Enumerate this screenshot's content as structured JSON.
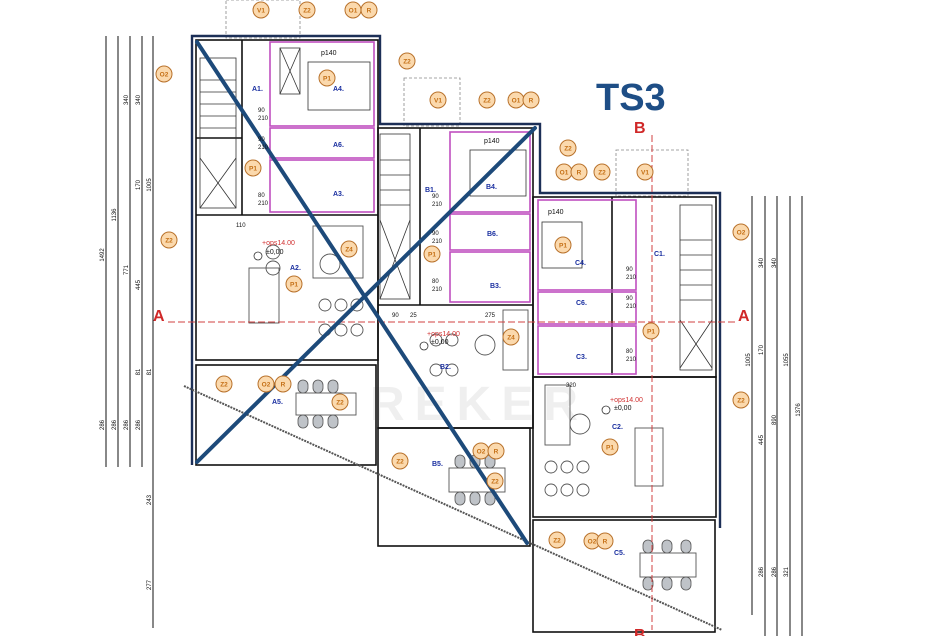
{
  "title": "TS3",
  "section_markers": {
    "a_left": "A",
    "a_right": "A",
    "b_top": "B",
    "b_bottom": "B"
  },
  "rooms": [
    "A1.",
    "A4.",
    "A6.",
    "A3.",
    "A2.",
    "A5.",
    "B1.",
    "B4.",
    "B6.",
    "B3.",
    "B2.",
    "B5.",
    "C4.",
    "C6.",
    "C1.",
    "C3.",
    "C2.",
    "C5."
  ],
  "tags": [
    "V1",
    "Z2",
    "O1",
    "R",
    "Z2",
    "O2",
    "V1",
    "Z2",
    "O1",
    "R",
    "Z2",
    "O1",
    "R",
    "Z2",
    "V1",
    "O2",
    "Z2",
    "P1",
    "P1",
    "P1",
    "Z4",
    "P1",
    "Z4",
    "P1",
    "P1",
    "Z2",
    "O2",
    "R",
    "Z2",
    "Z2",
    "Z2",
    "O2",
    "R",
    "Z2",
    "Z2",
    "O2",
    "R",
    "P1"
  ],
  "elevations": {
    "ops": "+ops14.00",
    "zero": "±0,00"
  },
  "left_dimensions": [
    "1492",
    "1136",
    "771",
    "340",
    "340",
    "170",
    "445",
    "1005",
    "286",
    "286",
    "286",
    "286",
    "81",
    "81",
    "243",
    "277"
  ],
  "right_dimensions": [
    "340",
    "340",
    "170",
    "1005",
    "1055",
    "1376",
    "445",
    "890",
    "286",
    "286",
    "321"
  ],
  "door_labels": [
    "90",
    "210",
    "90",
    "210",
    "80",
    "210",
    "90",
    "210",
    "90",
    "210",
    "80",
    "210",
    "90",
    "210",
    "90",
    "210",
    "80",
    "210"
  ],
  "misc_labels": [
    "p140",
    "p140",
    "p140",
    "110",
    "90",
    "25",
    "275",
    "320"
  ]
}
